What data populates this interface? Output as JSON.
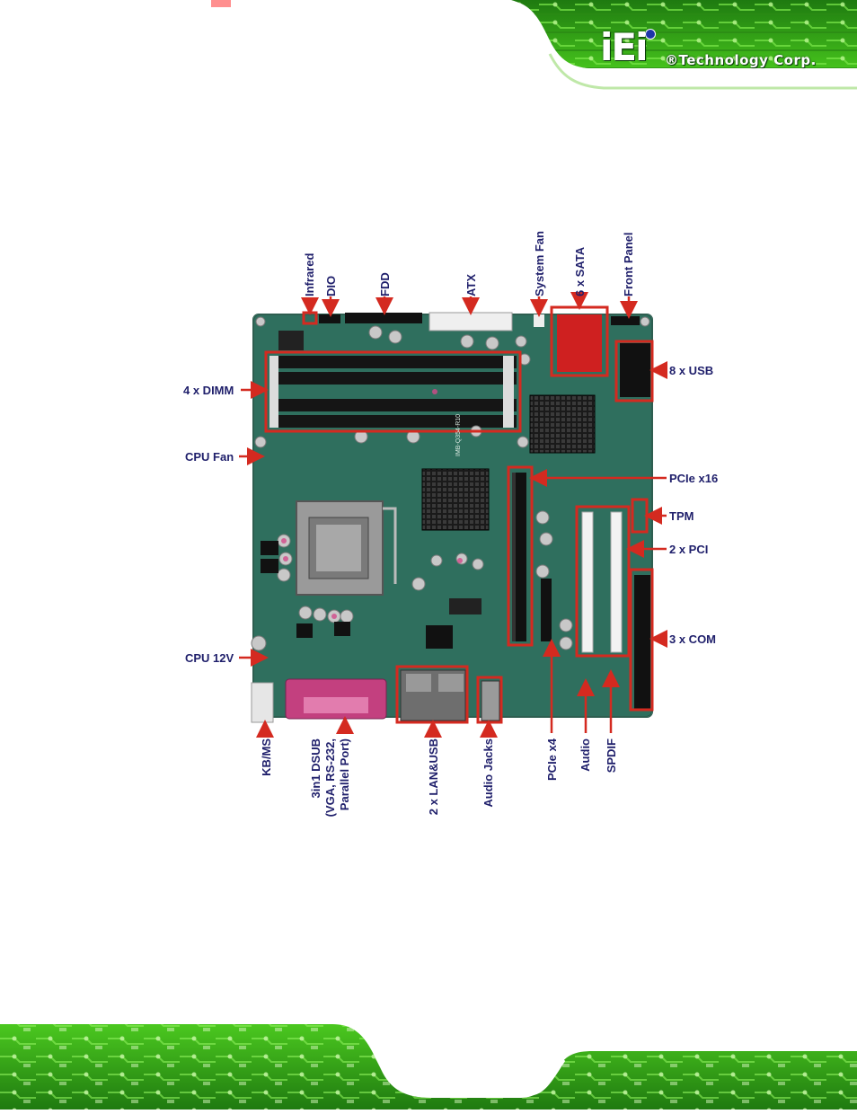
{
  "brand": {
    "logo_text": "iEi",
    "company": "®Technology Corp."
  },
  "diagram": {
    "labels": {
      "infrared": "Infrared",
      "dio": "DIO",
      "fdd": "FDD",
      "atx": "ATX",
      "system_fan": "System Fan",
      "sata": "6 x SATA",
      "front_panel": "Front Panel",
      "usb": "8 x USB",
      "dimm": "4 x DIMM",
      "cpu_fan": "CPU Fan",
      "pcie_x16": "PCIe x16",
      "tpm": "TPM",
      "pci": "2 x PCI",
      "com": "3 x COM",
      "cpu_12v": "CPU 12V",
      "kbms": "KB/MS",
      "dsub_1": "3in1 DSUB",
      "dsub_2": "(VGA, RS-232,",
      "dsub_3": "Parallel Port)",
      "lan_usb": "2 x LAN&USB",
      "audio_jacks": "Audio Jacks",
      "pcie_x4": "PCIe x4",
      "audio": "Audio",
      "spdif": "SPDIF"
    },
    "board_silkscreen": "IMB-Q354-R10",
    "colors": {
      "pcb": "#2f6f5e",
      "callout": "#d42a20",
      "label": "#1f1f6b",
      "pcb_green_bg": "#3fae1a"
    }
  }
}
